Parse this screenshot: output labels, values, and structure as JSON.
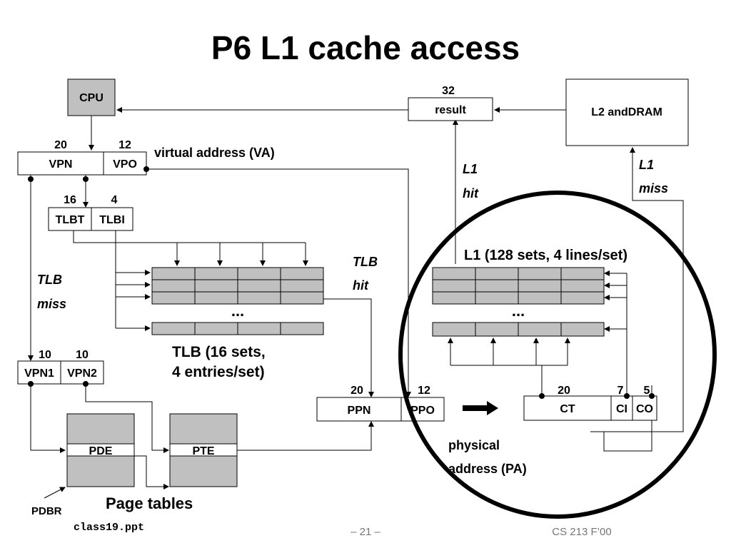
{
  "title": "P6 L1 cache access",
  "cpu": "CPU",
  "va": {
    "vpn": "VPN",
    "vpo": "VPO",
    "vpn_bits": "20",
    "vpo_bits": "12",
    "label": "virtual address (VA)"
  },
  "tlb_index": {
    "tlbt": "TLBT",
    "tlbi": "TLBI",
    "tlbt_bits": "16",
    "tlbi_bits": "4"
  },
  "tlb_miss": [
    "TLB",
    "miss"
  ],
  "tlb_hit": [
    "TLB",
    "hit"
  ],
  "tlb": {
    "ellipsis": "...",
    "caption": [
      "TLB (16 sets,",
      "4 entries/set)"
    ]
  },
  "vpn_split": {
    "vpn1": "VPN1",
    "vpn2": "VPN2",
    "vpn1_bits": "10",
    "vpn2_bits": "10"
  },
  "page_tables": {
    "pde": "PDE",
    "pte": "PTE",
    "pdbr": "PDBR",
    "caption": "Page tables"
  },
  "pa": {
    "ppn": "PPN",
    "ppo": "PPO",
    "ppn_bits": "20",
    "ppo_bits": "12",
    "label": [
      "physical",
      "address (PA)"
    ]
  },
  "cache_addr": {
    "ct": "CT",
    "ci": "CI",
    "co": "CO",
    "ct_bits": "20",
    "ci_bits": "7",
    "co_bits": "5"
  },
  "result": {
    "label": "result",
    "bits": "32"
  },
  "l2": "L2 andDRAM",
  "l1_hit": [
    "L1",
    "hit"
  ],
  "l1_miss": [
    "L1",
    "miss"
  ],
  "l1": {
    "caption": "L1 (128 sets, 4 lines/set)",
    "ellipsis": "..."
  },
  "footer": {
    "file": "class19.ppt",
    "page": "– 21 –",
    "course": "CS 213 F’00"
  },
  "colors": {
    "box_fill": "#c0c0c0",
    "ink": "#000000",
    "footer": "#777777"
  }
}
